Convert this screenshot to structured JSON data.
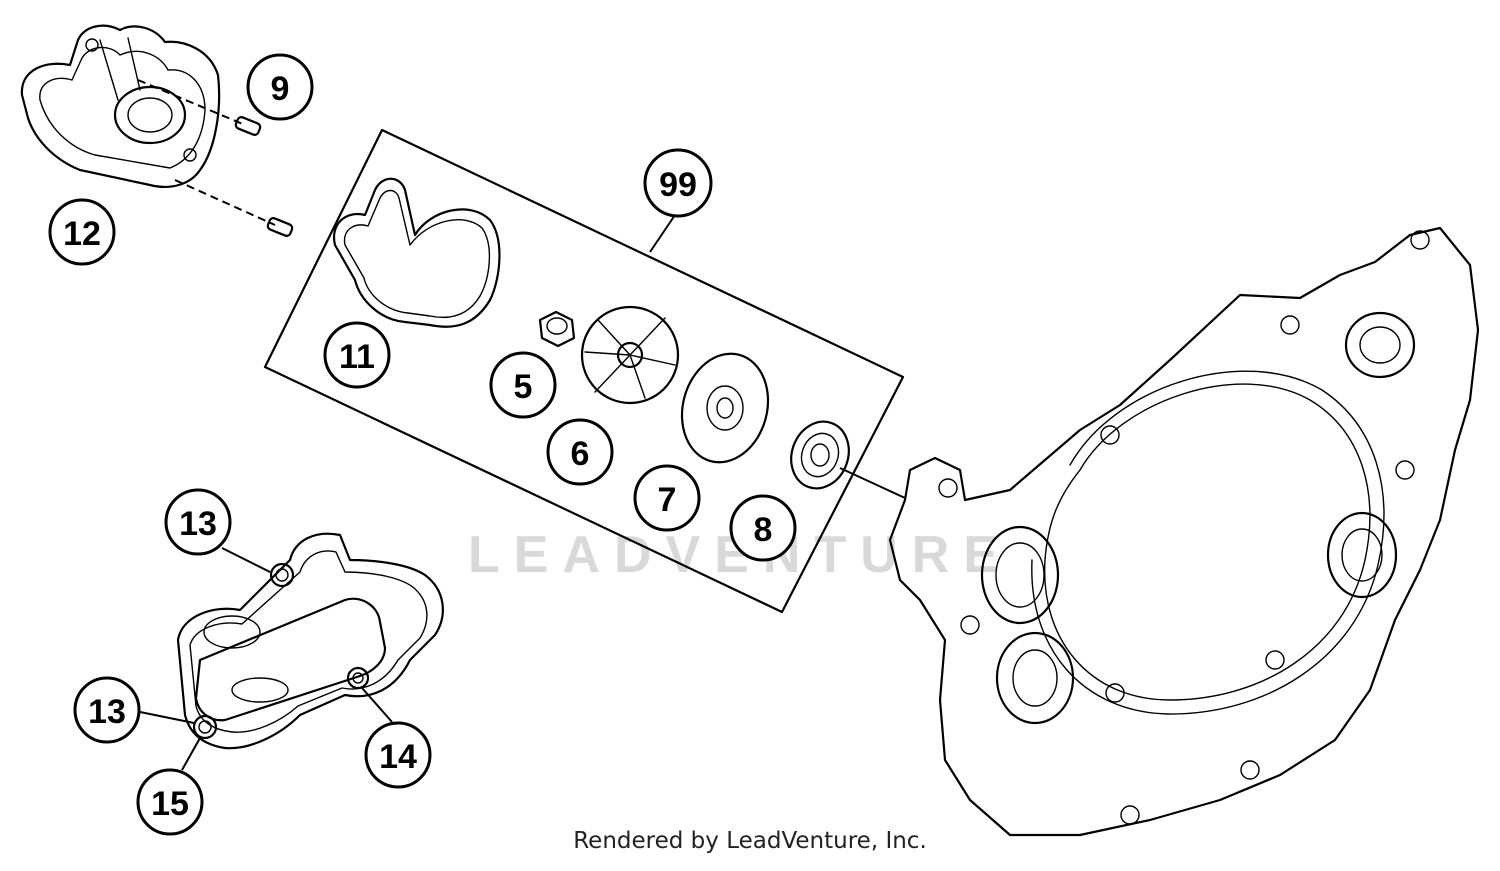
{
  "diagram": {
    "callouts": [
      {
        "id": "c9",
        "label": "9"
      },
      {
        "id": "c12",
        "label": "12"
      },
      {
        "id": "c99",
        "label": "99"
      },
      {
        "id": "c11",
        "label": "11"
      },
      {
        "id": "c5",
        "label": "5"
      },
      {
        "id": "c6",
        "label": "6"
      },
      {
        "id": "c7",
        "label": "7"
      },
      {
        "id": "c8",
        "label": "8"
      },
      {
        "id": "c13a",
        "label": "13"
      },
      {
        "id": "c13b",
        "label": "13"
      },
      {
        "id": "c14",
        "label": "14"
      },
      {
        "id": "c15",
        "label": "15"
      }
    ],
    "watermark": "LEADVENTURE",
    "credit": "Rendered by LeadVenture, Inc."
  },
  "colors": {
    "line": "#000000",
    "background": "#ffffff",
    "watermark": "#d9d9d9"
  }
}
